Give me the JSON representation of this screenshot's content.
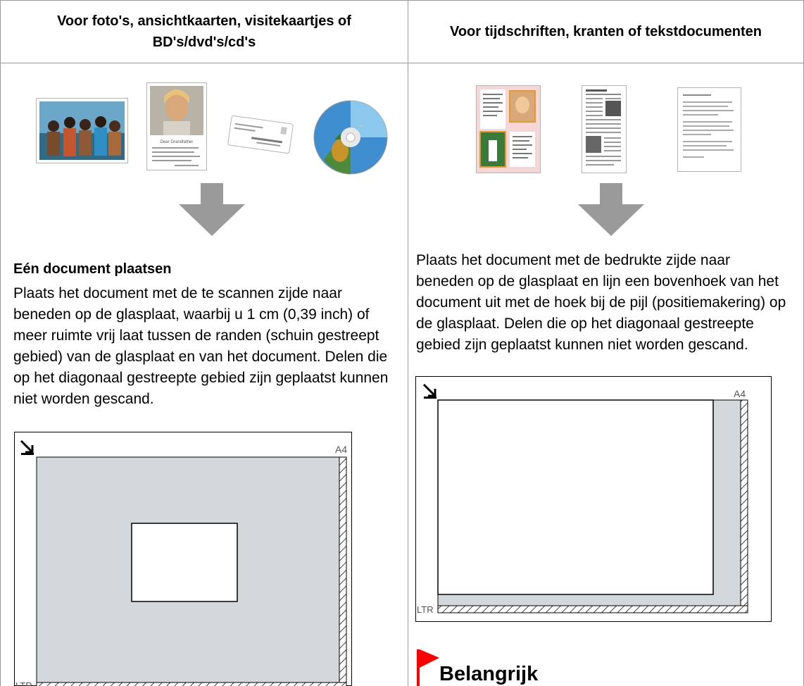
{
  "header": {
    "left_title": "Voor foto's, ansichtkaarten, visitekaartjes of BD's/dvd's/cd's",
    "right_title": "Voor tijdschriften, kranten of tekstdocumenten"
  },
  "left": {
    "subheading": "Eén document plaatsen",
    "paragraph": "Plaats het document met de te scannen zijde naar beneden op de glasplaat, waarbij u 1 cm (0,39 inch) of meer ruimte vrij laat tussen de randen (schuin gestreept gebied) van de glasplaat en van het document. Delen die op het diagonaal gestreepte gebied zijn geplaatst kunnen niet worden gescand.",
    "diagram": {
      "label_top": "A4",
      "label_bottom": "LTR"
    },
    "postcard_text": "Dear Grandfather",
    "icons": [
      "photo-icon",
      "photo-letter-icon",
      "business-card-icon",
      "disc-icon"
    ]
  },
  "right": {
    "paragraph": "Plaats het document met de bedrukte zijde naar beneden op de glasplaat en lijn een bovenhoek van het document uit met de hoek bij de pijl (positiemakering) op de glasplaat. Delen die op het diagonaal gestreepte gebied zijn geplaatst kunnen niet worden gescand.",
    "diagram": {
      "label_top": "A4",
      "label_bottom": "LTR"
    },
    "important_label": "Belangrijk",
    "icons": [
      "magazine-icon",
      "newspaper-icon",
      "text-document-icon"
    ]
  },
  "colors": {
    "grid": "#9a9a9a",
    "arrow": "#9a9a9a",
    "scan_area": "#d2d8dc",
    "flag": "#ff0000"
  }
}
